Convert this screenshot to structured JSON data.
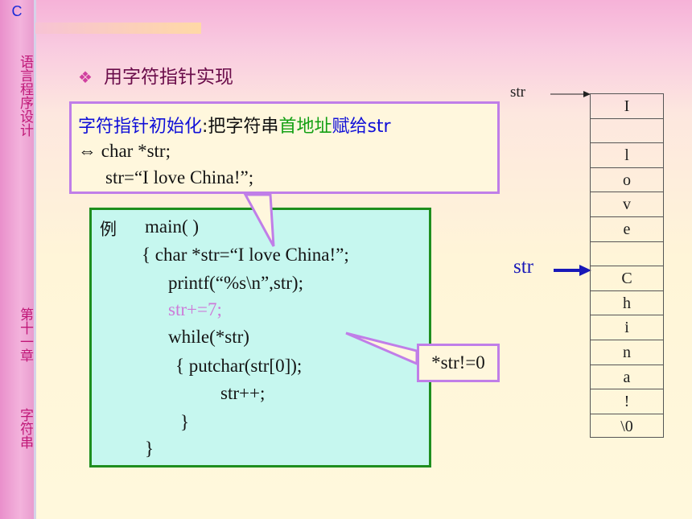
{
  "sidebar": {
    "logo": "C",
    "course": "语言程序设计",
    "chapter": "第十一章",
    "topic": "字符串"
  },
  "title": {
    "bullet": "❖",
    "text": "用字符指针实现"
  },
  "init_box": {
    "head_blue1": "字符指针初始化",
    "head_black": ":把字符串",
    "head_green": "首地址",
    "head_blue2": "赋给str",
    "line1": "⇔ char  *str;",
    "line2": "str=“I love China!”;"
  },
  "example": {
    "label": "例",
    "lines": [
      "main( )",
      "{   char  *str=“I  love China!”;",
      "printf(“%s\\n”,str);",
      "str+=7;",
      "while(*str)",
      "{      putchar(str[0]);",
      "str++;",
      "}",
      "}"
    ]
  },
  "callout": "*str!=0",
  "pointer_labels": {
    "top": "str",
    "current": "str"
  },
  "memory_cells": [
    "I",
    "",
    "l",
    "o",
    "v",
    "e",
    "",
    "C",
    "h",
    "i",
    "n",
    "a",
    "!",
    "\\0"
  ],
  "colors": {
    "sidebar_text": "#c01878",
    "title_text": "#6a0c4a",
    "callout_border": "#c07ee8",
    "example_bg": "#c6f7ef",
    "example_border": "#1e8e1e",
    "pointer_arrow": "#1818b8",
    "faded_code": "#cd7bd8"
  }
}
